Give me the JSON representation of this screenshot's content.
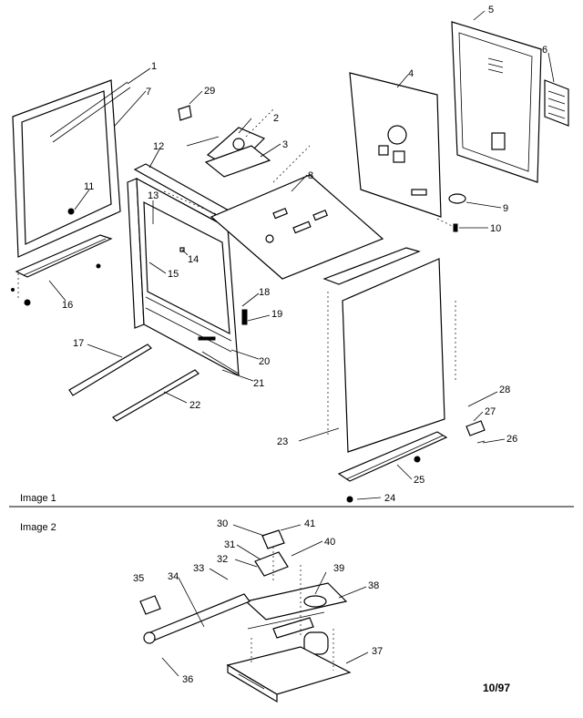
{
  "sections": [
    {
      "label": "Image 1"
    },
    {
      "label": "Image 2"
    }
  ],
  "date_code": "10/97",
  "callouts": [
    "1",
    "2",
    "3",
    "4",
    "5",
    "6",
    "7",
    "8",
    "9",
    "10",
    "11",
    "12",
    "13",
    "14",
    "15",
    "16",
    "17",
    "18",
    "19",
    "20",
    "21",
    "22",
    "23",
    "24",
    "25",
    "26",
    "27",
    "28",
    "29",
    "30",
    "31",
    "32",
    "33",
    "34",
    "35",
    "36",
    "37",
    "38",
    "39",
    "40",
    "41"
  ]
}
